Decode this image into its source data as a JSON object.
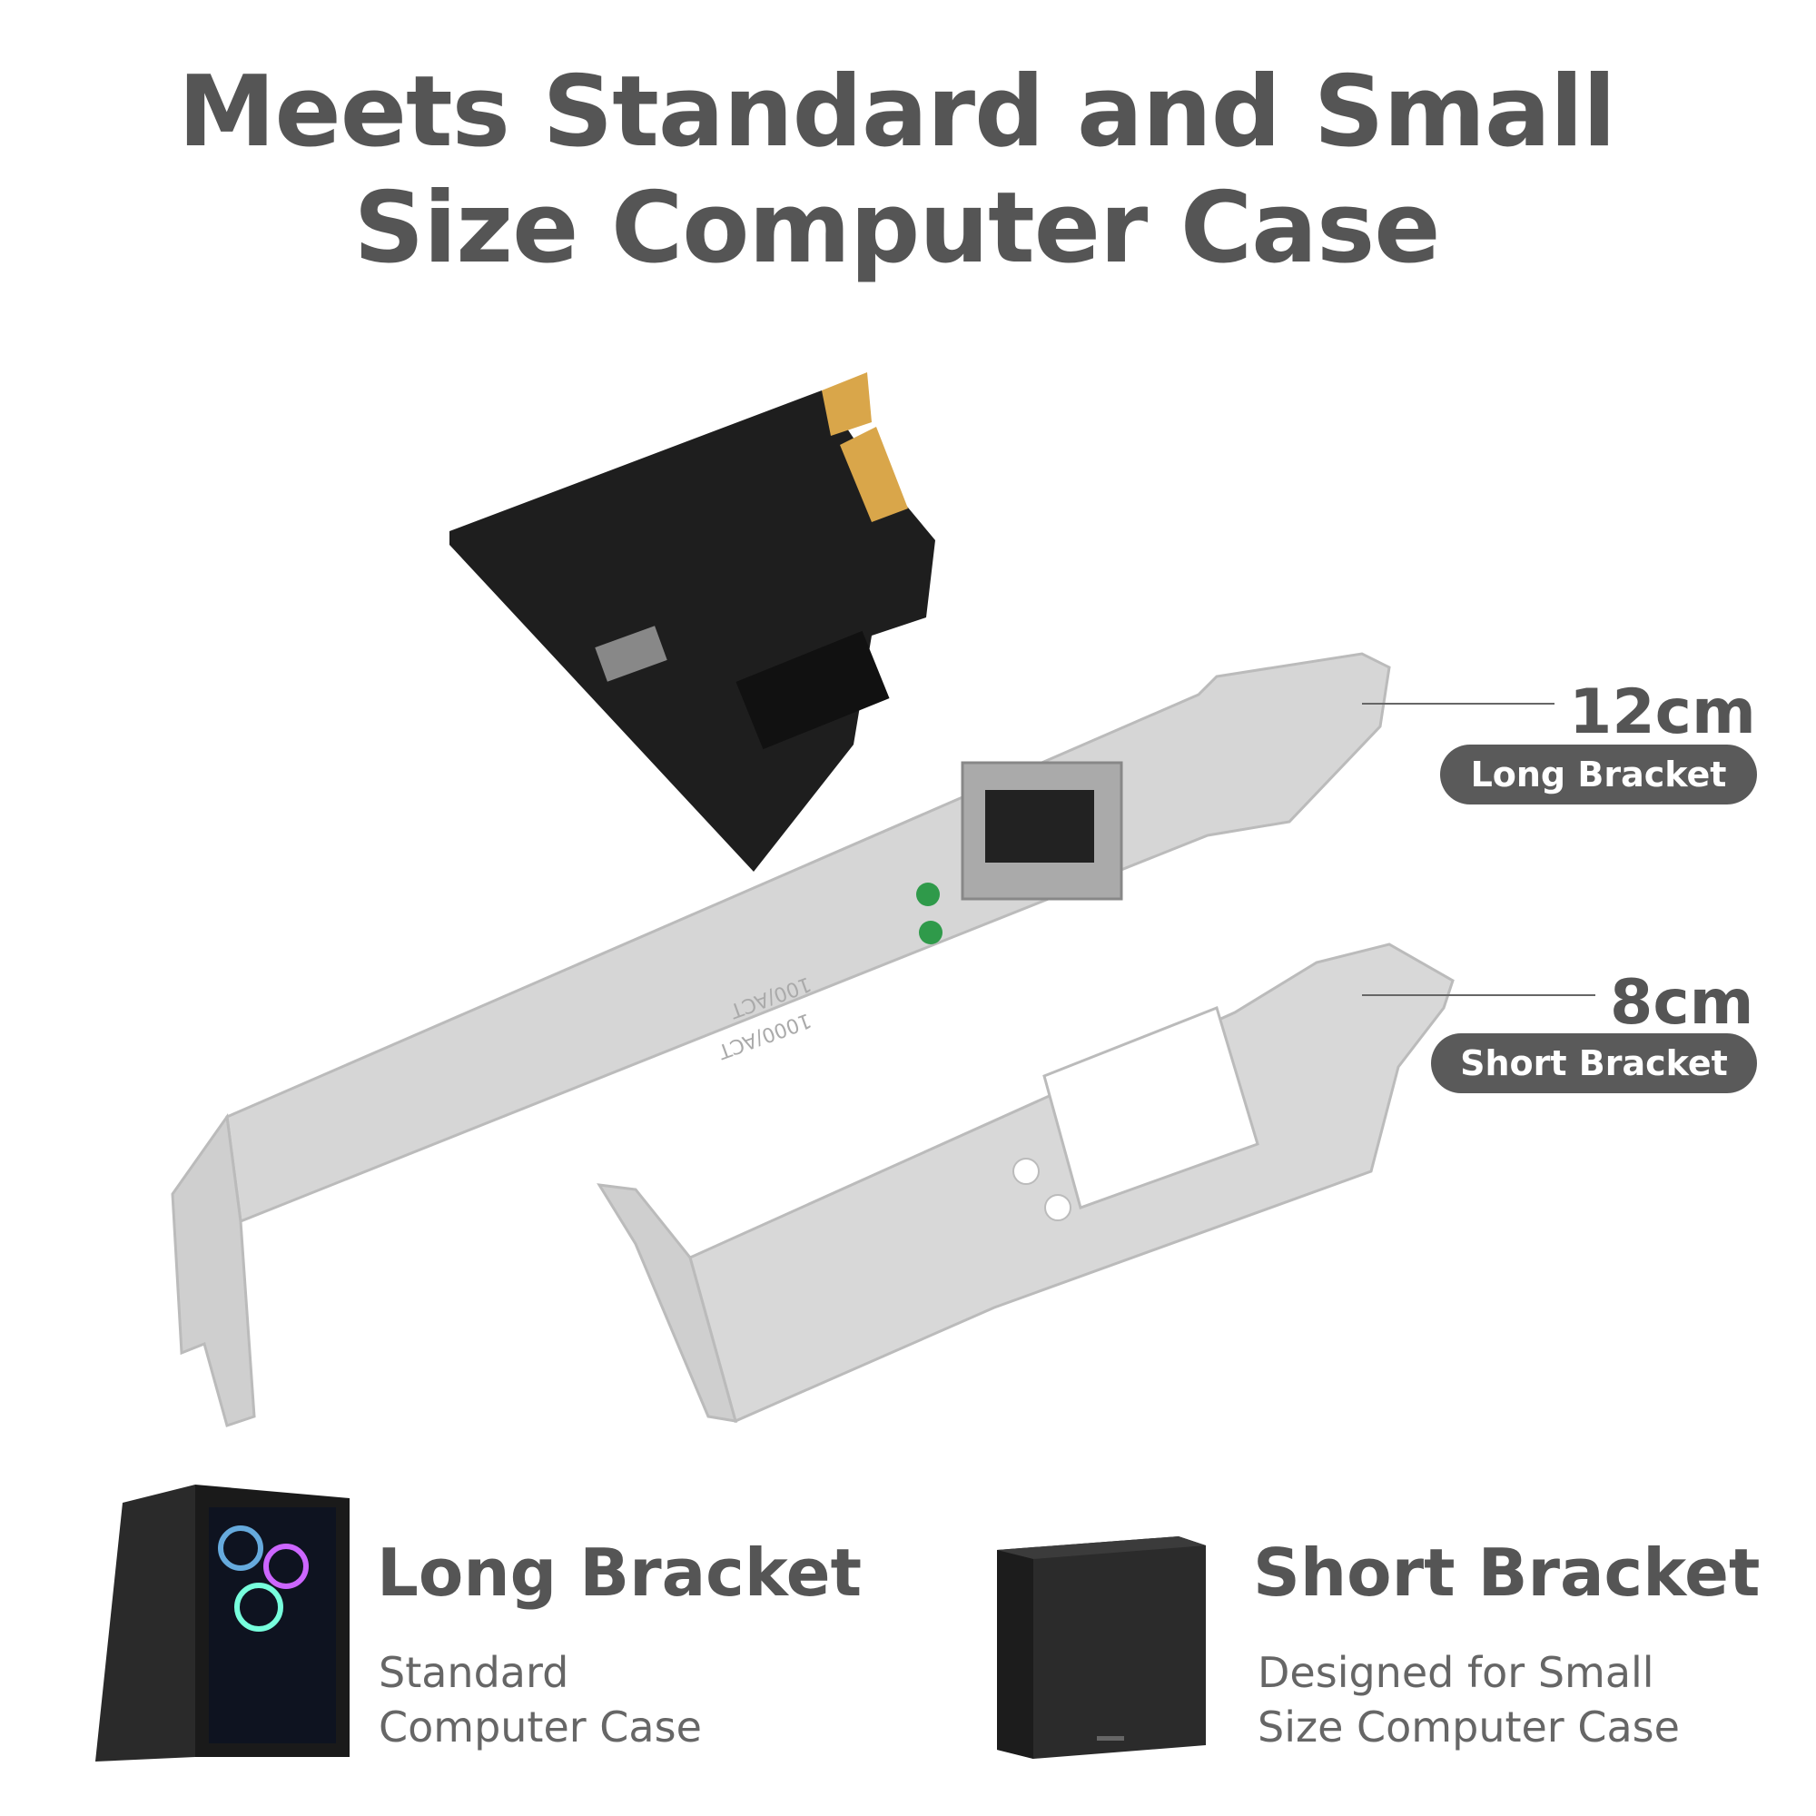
{
  "title": {
    "line1": "Meets Standard and Small",
    "line2": "Size Computer Case"
  },
  "callouts": [
    {
      "size": "12cm",
      "label": "Long Bracket"
    },
    {
      "size": "8cm",
      "label": "Short Bracket"
    }
  ],
  "cases": [
    {
      "title": "Long Bracket",
      "line1": "Standard",
      "line2": "Computer Case",
      "icon": "tower-pc-case"
    },
    {
      "title": "Short Bracket",
      "line1": "Designed for Small",
      "line2": "Size Computer Case",
      "icon": "mini-pc-case"
    }
  ],
  "product": {
    "led_labels": [
      "100/ACT",
      "1000/ACT"
    ],
    "colors": {
      "pcb": "#1e1e1e",
      "gold": "#d9a64a",
      "bracket": "#d4d4d4",
      "led": "#2f9a4a"
    }
  }
}
